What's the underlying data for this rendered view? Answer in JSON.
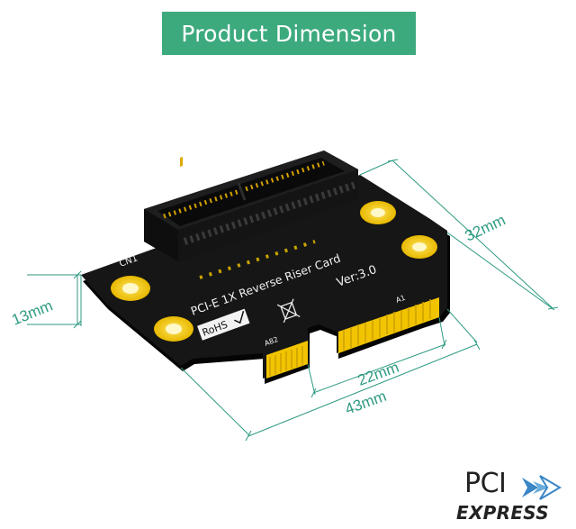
{
  "banner": {
    "title": "Product Dimension"
  },
  "dimensions": {
    "width_total": "43mm",
    "width_connector": "22mm",
    "depth": "32mm",
    "height": "13mm"
  },
  "pcb": {
    "slot_label": "CN1",
    "name": "PCI-E 1X Reverse Riser Card",
    "version": "Ver:3.0",
    "rohs": "RoHS",
    "pin_a1": "A1",
    "pin_a82": "A82"
  },
  "logo": {
    "line1": "PCI",
    "line2": "EXPRESS"
  },
  "colors": {
    "banner": "#3daa7e",
    "dimension_lines": "#2e9a82",
    "pcb": "#161616",
    "gold": "#f2c400"
  }
}
